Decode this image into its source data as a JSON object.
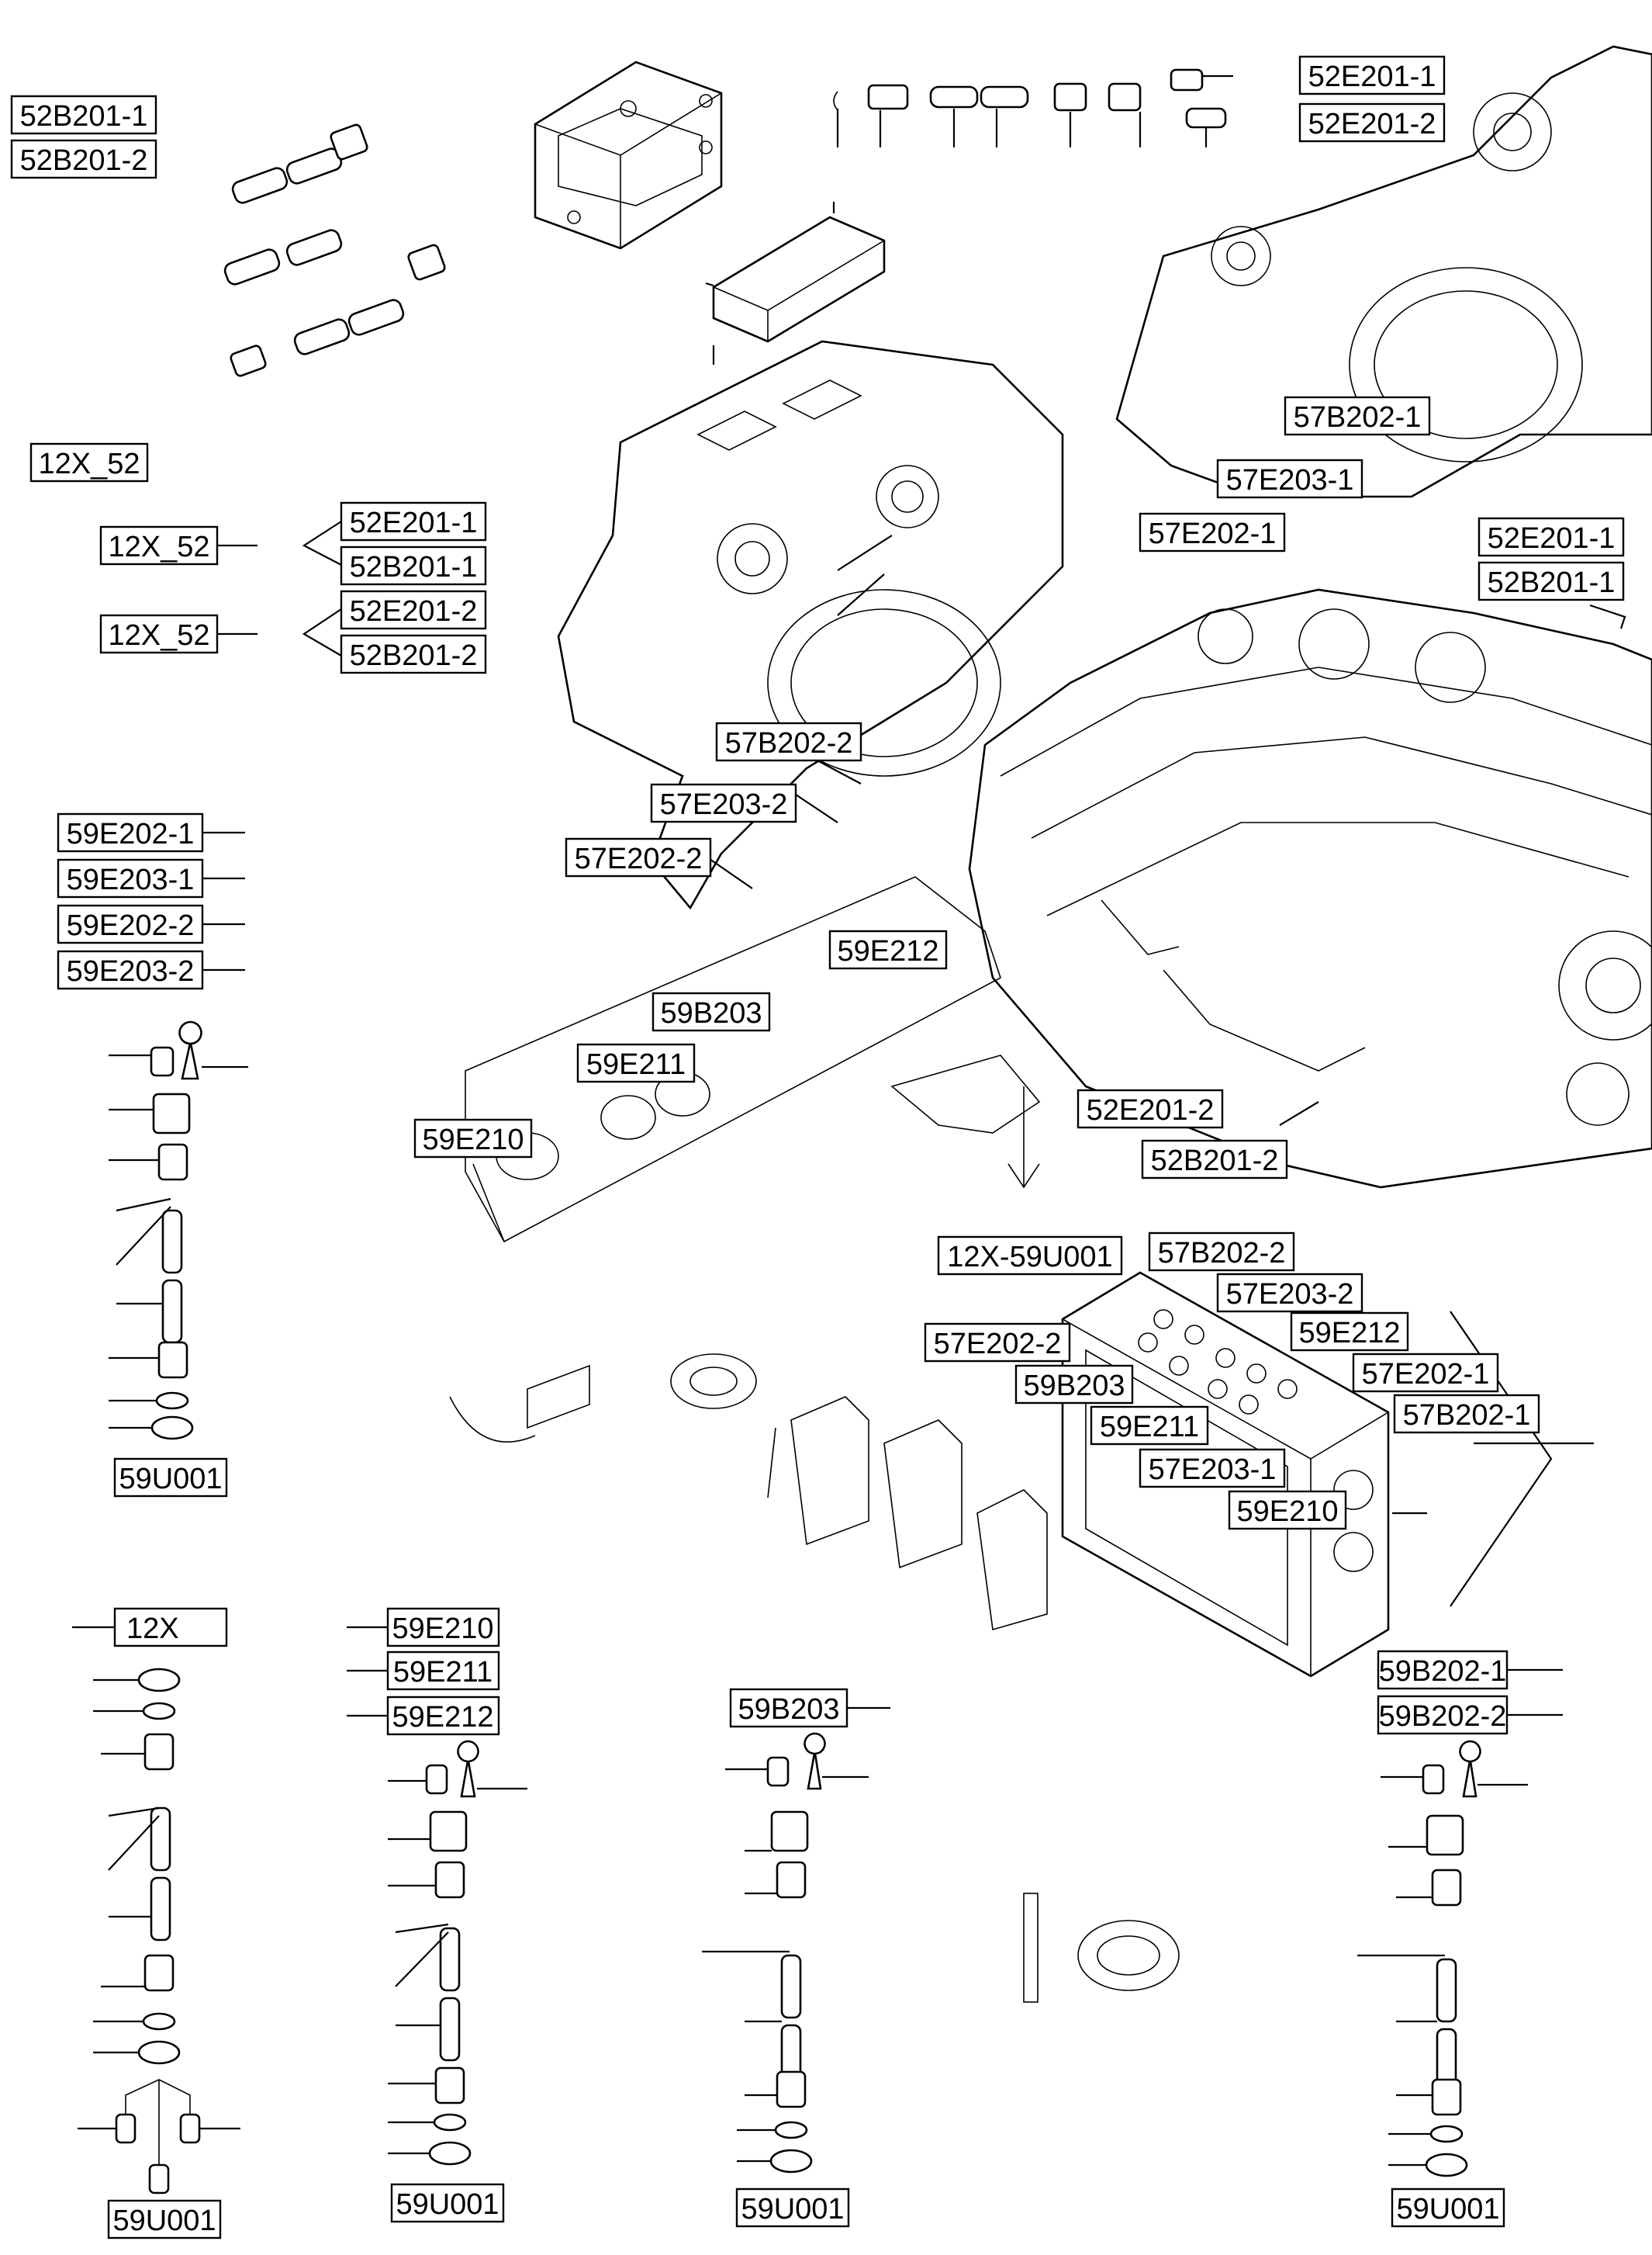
{
  "labels": {
    "l52b201_1_tl": "52B201-1",
    "l52b201_2_tl": "52B201-2",
    "l52e201_1_tr": "52E201-1",
    "l52e201_2_tr": "52E201-2",
    "l12x52_a": "12X_52",
    "l12x52_b": "12X_52",
    "l12x52_c": "12X_52",
    "l52e201_1_m": "52E201-1",
    "l52b201_1_m": "52B201-1",
    "l52e201_2_m": "52E201-2",
    "l52b201_2_m": "52B201-2",
    "l57b202_1_top": "57B202-1",
    "l57e203_1_top": "57E203-1",
    "l57e202_1_top": "57E202-1",
    "l52e201_1_r": "52E201-1",
    "l52b201_1_r": "52B201-1",
    "l57b202_2_mid": "57B202-2",
    "l57e203_2_mid": "57E203-2",
    "l57e202_2_mid": "57E202-2",
    "l59e202_1": "59E202-1",
    "l59e203_1": "59E203-1",
    "l59e202_2": "59E202-2",
    "l59e203_2": "59E203-2",
    "l59e212_mid": "59E212",
    "l59b203_mid": "59B203",
    "l59e211_mid": "59E211",
    "l59e210_mid": "59E210",
    "l52e201_2_r": "52E201-2",
    "l52b201_2_r": "52B201-2",
    "l12x59u001": "12X-59U001",
    "l57b202_2_box": "57B202-2",
    "l57e203_2_box": "57E203-2",
    "l57e202_2_box": "57E202-2",
    "l59e212_box": "59E212",
    "l59b203_box": "59B203",
    "l57e202_1_box": "57E202-1",
    "l59e211_box": "59E211",
    "l57b202_1_box": "57B202-1",
    "l57e203_1_box": "57E203-1",
    "l59e210_box": "59E210",
    "l59u001_a": "59U001",
    "l12x_bl": "12X",
    "l59e210_bl": "59E210",
    "l59e211_bl": "59E211",
    "l59e212_bl": "59E212",
    "l59b203_bm": "59B203",
    "l59b202_1": "59B202-1",
    "l59b202_2": "59B202-2",
    "l59u001_b": "59U001",
    "l59u001_c": "59U001",
    "l59u001_d": "59U001",
    "l59u001_e": "59U001"
  }
}
